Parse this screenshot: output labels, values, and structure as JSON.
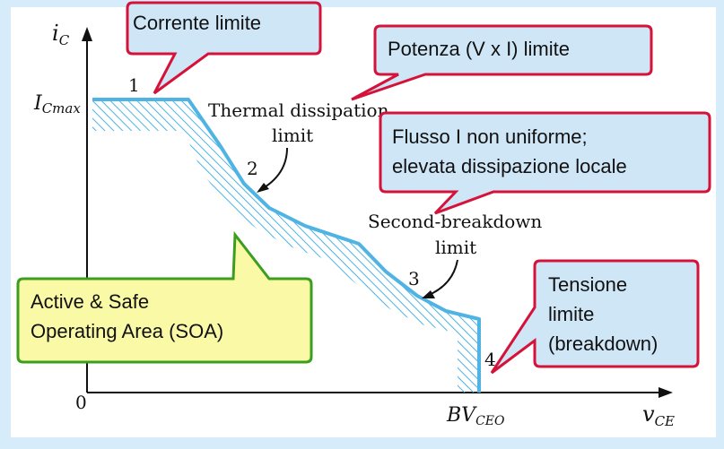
{
  "colors": {
    "background": "#d7ecfb",
    "curve": "#4fb3e3",
    "hatch": "#4fb3e3",
    "callout_red_border": "#d5123a",
    "callout_blue_fill": "#cfe6f7",
    "callout_green_border": "#3b9e1f",
    "callout_yellow_fill": "#fafaa6"
  },
  "axes": {
    "y_label": "i",
    "y_label_sub": "C",
    "x_label": "v",
    "x_label_sub": "CE",
    "origin": "0",
    "icmax_label": "I",
    "icmax_sub": "Cmax",
    "bvceo_label": "BV",
    "bvceo_sub": "CEO"
  },
  "segments": [
    "1",
    "2",
    "3",
    "4"
  ],
  "curve_labels": {
    "thermal_line1": "Thermal dissipation",
    "thermal_line2": "limit",
    "second_line1": "Second-breakdown",
    "second_line2": "limit"
  },
  "callouts": {
    "corrente": "Corrente limite",
    "potenza": "Potenza (V x I) limite",
    "flusso_line1": "Flusso I non uniforme;",
    "flusso_line2": "elevata dissipazione locale",
    "tensione_line1": "Tensione",
    "tensione_line2": "limite",
    "tensione_line3": "(breakdown)",
    "soa_line1": "Active & Safe",
    "soa_line2": "Operating Area (SOA)"
  }
}
